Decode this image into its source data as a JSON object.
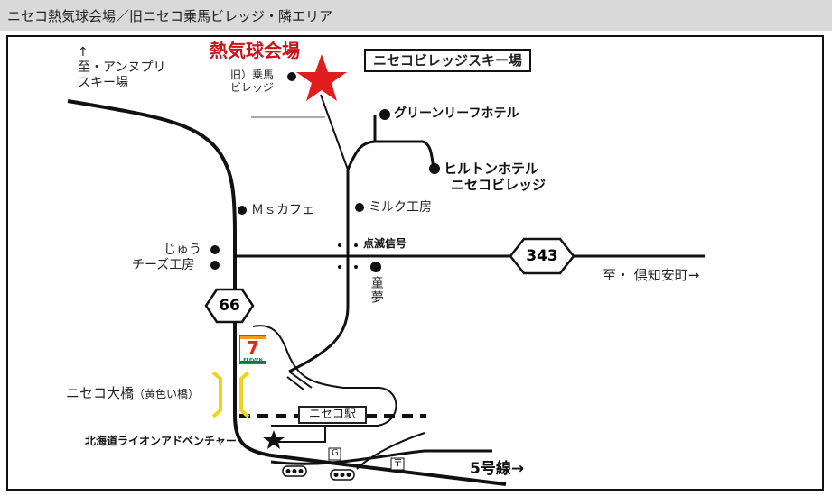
{
  "title": "ニセコ熱気球会場／旧ニセコ乗馬ビレッジ・隣エリア",
  "labels": {
    "balloon_venue": "熱気球会場",
    "former_riding": [
      "旧）乗馬",
      "ビレッジ"
    ],
    "to_annupuri": [
      "↑",
      "至・アンヌプリ",
      "スキー場"
    ],
    "niseko_village_ski": "ニセコビレッジスキー場",
    "green_leaf": "グリーンリーフホテル",
    "hilton": [
      "ヒルトンホテル",
      "ニセコビレッジ"
    ],
    "ms_cafe": "Ｍｓカフェ",
    "milk_kobo": "ミルク工房",
    "juu": "じゅう",
    "cheese_kobo": "チーズ工房",
    "blinking_signal": "点滅信号",
    "doumu": "童夢",
    "route_343": "343",
    "to_kutchan": "至・ 倶知安町→",
    "route_66": "66",
    "seven_eleven_num": "7",
    "seven_eleven_text": "ELEVEN",
    "niseko_ohashi": "ニセコ大橋",
    "ohashi_note": "（黄色い橋）",
    "niseko_station": "ニセコ駅",
    "lion_adventure": "北海道ライオンアドベンチャー",
    "gas_mark": "G",
    "post_mark": "〒",
    "route_5": "5号線→"
  },
  "colors": {
    "road": "#111111",
    "star": "#e11d1d",
    "venue_text": "#c8141c",
    "bridge": "#f2d31b",
    "title_bg": "#d9d9d9"
  }
}
